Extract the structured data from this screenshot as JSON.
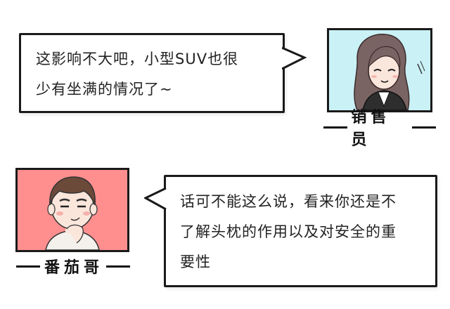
{
  "dialog": [
    {
      "speaker": "销售员",
      "lines": [
        "这影响不大吧，小型SUV也很",
        "少有坐满的情况了~"
      ],
      "portrait_bg": "#c9f1f6",
      "side": "right"
    },
    {
      "speaker": "番茄哥",
      "lines": [
        "话可不能这么说，看来你还是不",
        "了解头枕的作用以及对安全的重",
        "要性"
      ],
      "portrait_bg": "#ff8f8f",
      "side": "left"
    }
  ],
  "colors": {
    "border": "#1a1a1a",
    "saleswoman_bg": "#c9f1f6",
    "tomato_bg": "#ff8f8f"
  }
}
